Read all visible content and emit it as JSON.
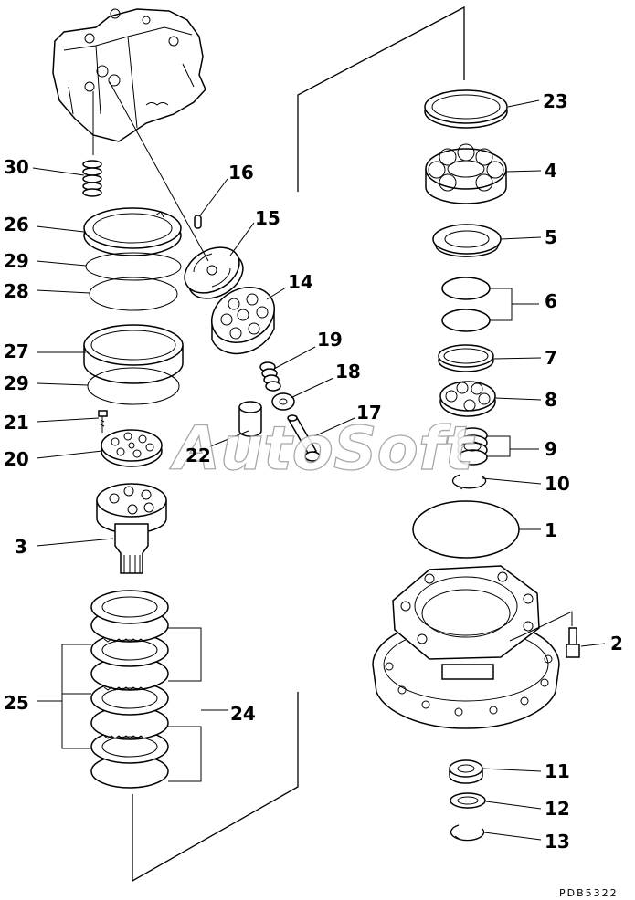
{
  "drawing_ref": "PDB5322",
  "watermark": "AutoSoft",
  "callouts": {
    "c1": "1",
    "c2": "2",
    "c3": "3",
    "c4": "4",
    "c5": "5",
    "c6": "6",
    "c7": "7",
    "c8": "8",
    "c9": "9",
    "c10": "10",
    "c11": "11",
    "c12": "12",
    "c13": "13",
    "c14": "14",
    "c15": "15",
    "c16": "16",
    "c17": "17",
    "c18": "18",
    "c19": "19",
    "c20": "20",
    "c21": "21",
    "c22": "22",
    "c23": "23",
    "c24": "24",
    "c25": "25",
    "c26": "26",
    "c27": "27",
    "c28": "28",
    "c29a": "29",
    "c29b": "29",
    "c30": "30"
  }
}
